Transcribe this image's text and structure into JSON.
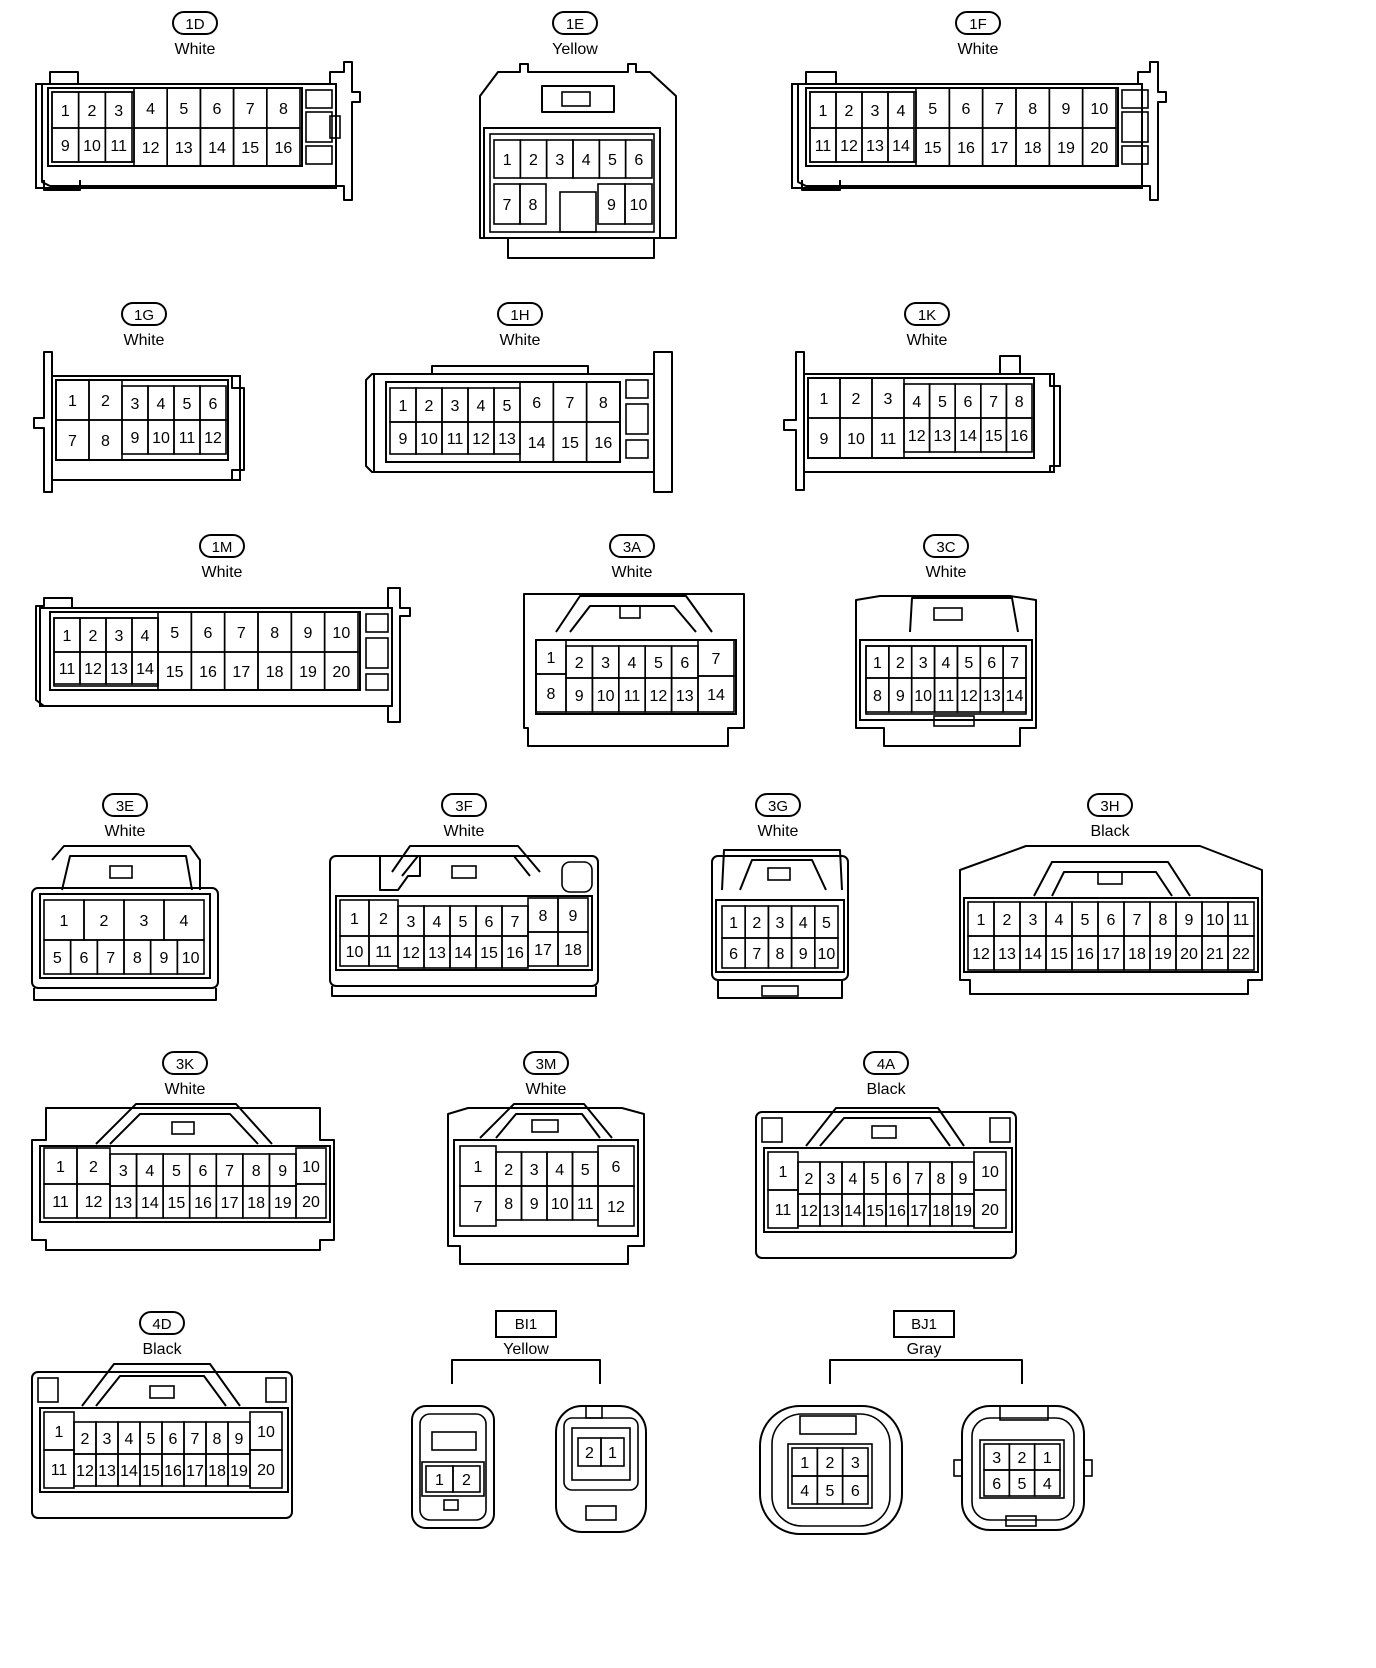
{
  "connectors": [
    {
      "id": "1D",
      "color": "White",
      "rows": [
        [
          "1",
          "2",
          "3",
          "4",
          "5",
          "6",
          "7",
          "8"
        ],
        [
          "9",
          "10",
          "11",
          "12",
          "13",
          "14",
          "15",
          "16"
        ]
      ]
    },
    {
      "id": "1E",
      "color": "Yellow",
      "rows": [
        [
          "1",
          "2",
          "3",
          "4",
          "5",
          "6"
        ],
        [
          "7",
          "8",
          "9",
          "10"
        ]
      ]
    },
    {
      "id": "1F",
      "color": "White",
      "rows": [
        [
          "1",
          "2",
          "3",
          "4",
          "5",
          "6",
          "7",
          "8",
          "9",
          "10"
        ],
        [
          "11",
          "12",
          "13",
          "14",
          "15",
          "16",
          "17",
          "18",
          "19",
          "20"
        ]
      ]
    },
    {
      "id": "1G",
      "color": "White",
      "rows": [
        [
          "1",
          "2",
          "3",
          "4",
          "5",
          "6"
        ],
        [
          "7",
          "8",
          "9",
          "10",
          "11",
          "12"
        ]
      ]
    },
    {
      "id": "1H",
      "color": "White",
      "rows": [
        [
          "1",
          "2",
          "3",
          "4",
          "5",
          "6",
          "7",
          "8"
        ],
        [
          "9",
          "10",
          "11",
          "12",
          "13",
          "14",
          "15",
          "16"
        ]
      ]
    },
    {
      "id": "1K",
      "color": "White",
      "rows": [
        [
          "1",
          "2",
          "3",
          "4",
          "5",
          "6",
          "7",
          "8"
        ],
        [
          "9",
          "10",
          "11",
          "12",
          "13",
          "14",
          "15",
          "16"
        ]
      ]
    },
    {
      "id": "1M",
      "color": "White",
      "rows": [
        [
          "1",
          "2",
          "3",
          "4",
          "5",
          "6",
          "7",
          "8",
          "9",
          "10"
        ],
        [
          "11",
          "12",
          "13",
          "14",
          "15",
          "16",
          "17",
          "18",
          "19",
          "20"
        ]
      ]
    },
    {
      "id": "3A",
      "color": "White",
      "rows": [
        [
          "1",
          "2",
          "3",
          "4",
          "5",
          "6",
          "7"
        ],
        [
          "8",
          "9",
          "10",
          "11",
          "12",
          "13",
          "14"
        ]
      ]
    },
    {
      "id": "3C",
      "color": "White",
      "rows": [
        [
          "1",
          "2",
          "3",
          "4",
          "5",
          "6",
          "7"
        ],
        [
          "8",
          "9",
          "10",
          "11",
          "12",
          "13",
          "14"
        ]
      ]
    },
    {
      "id": "3E",
      "color": "White",
      "rows": [
        [
          "1",
          "2",
          "3",
          "4"
        ],
        [
          "5",
          "6",
          "7",
          "8",
          "9",
          "10"
        ]
      ]
    },
    {
      "id": "3F",
      "color": "White",
      "rows": [
        [
          "1",
          "2",
          "3",
          "4",
          "5",
          "6",
          "7",
          "8",
          "9"
        ],
        [
          "10",
          "11",
          "12",
          "13",
          "14",
          "15",
          "16",
          "17",
          "18"
        ]
      ]
    },
    {
      "id": "3G",
      "color": "White",
      "rows": [
        [
          "1",
          "2",
          "3",
          "4",
          "5"
        ],
        [
          "6",
          "7",
          "8",
          "9",
          "10"
        ]
      ]
    },
    {
      "id": "3H",
      "color": "Black",
      "rows": [
        [
          "1",
          "2",
          "3",
          "4",
          "5",
          "6",
          "7",
          "8",
          "9",
          "10",
          "11"
        ],
        [
          "12",
          "13",
          "14",
          "15",
          "16",
          "17",
          "18",
          "19",
          "20",
          "21",
          "22"
        ]
      ]
    },
    {
      "id": "3K",
      "color": "White",
      "rows": [
        [
          "1",
          "2",
          "3",
          "4",
          "5",
          "6",
          "7",
          "8",
          "9",
          "10"
        ],
        [
          "11",
          "12",
          "13",
          "14",
          "15",
          "16",
          "17",
          "18",
          "19",
          "20"
        ]
      ]
    },
    {
      "id": "3M",
      "color": "White",
      "rows": [
        [
          "1",
          "2",
          "3",
          "4",
          "5",
          "6"
        ],
        [
          "7",
          "8",
          "9",
          "10",
          "11",
          "12"
        ]
      ]
    },
    {
      "id": "4A",
      "color": "Black",
      "rows": [
        [
          "1",
          "2",
          "3",
          "4",
          "5",
          "6",
          "7",
          "8",
          "9",
          "10"
        ],
        [
          "11",
          "12",
          "13",
          "14",
          "15",
          "16",
          "17",
          "18",
          "19",
          "20"
        ]
      ]
    },
    {
      "id": "4D",
      "color": "Black",
      "rows": [
        [
          "1",
          "2",
          "3",
          "4",
          "5",
          "6",
          "7",
          "8",
          "9",
          "10"
        ],
        [
          "11",
          "12",
          "13",
          "14",
          "15",
          "16",
          "17",
          "18",
          "19",
          "20"
        ]
      ]
    },
    {
      "id": "BI1",
      "color": "Yellow",
      "rows": [
        [
          "1",
          "2"
        ],
        [
          "2",
          "1"
        ]
      ]
    },
    {
      "id": "BJ1",
      "color": "Gray",
      "rows": [
        [
          "1",
          "2",
          "3",
          "4",
          "5",
          "6"
        ],
        [
          "3",
          "2",
          "1",
          "6",
          "5",
          "4"
        ]
      ]
    }
  ]
}
